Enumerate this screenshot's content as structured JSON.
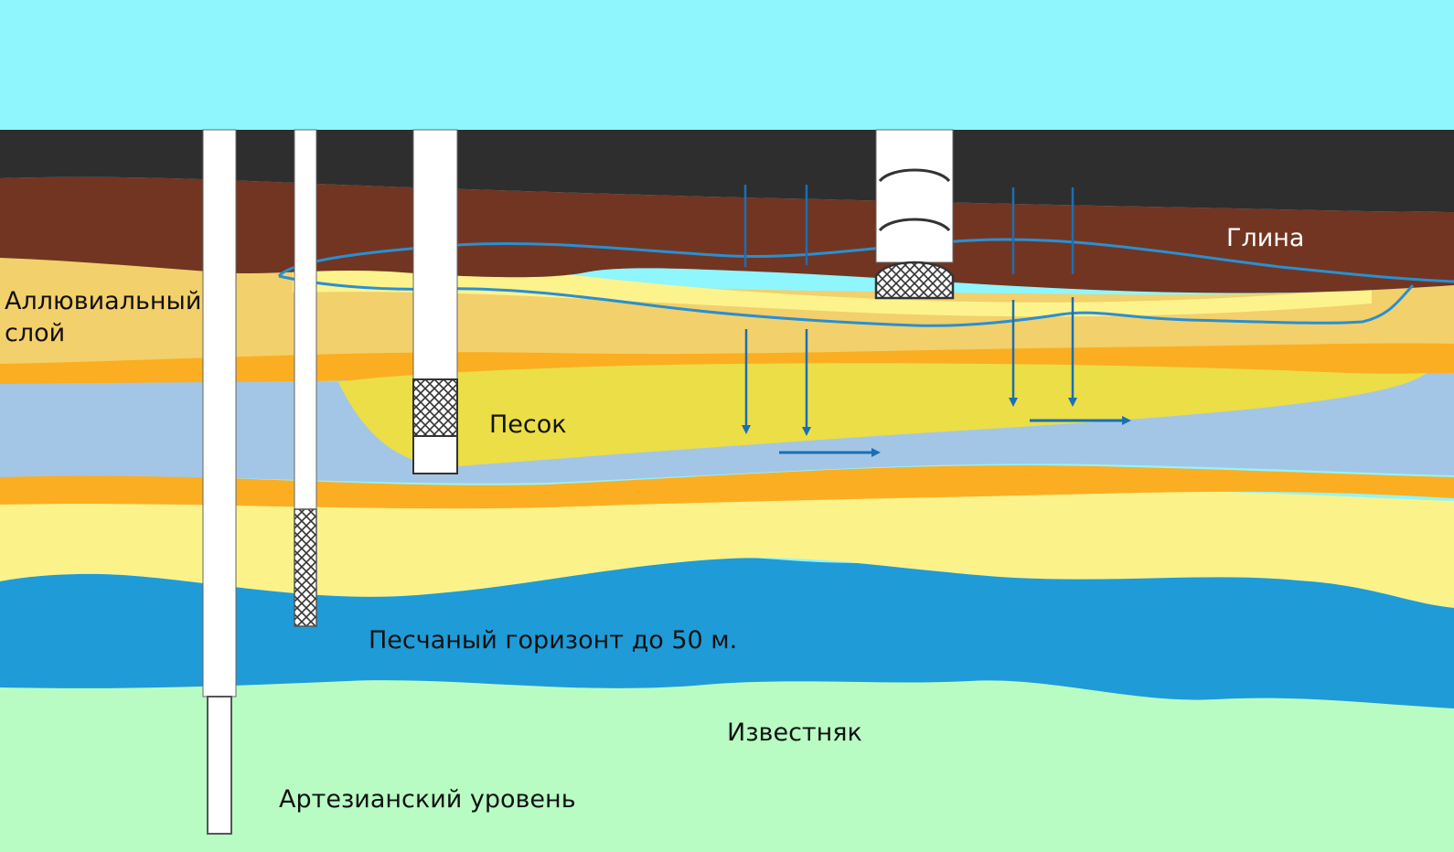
{
  "labels": {
    "clay": "Глина",
    "alluvial_line1": "Аллювиальный",
    "alluvial_line2": "слой",
    "sand": "Песок",
    "sandy_horizon": "Песчаный горизонт до 50 м.",
    "limestone": "Известняк",
    "artesian": "Артезианский уровень"
  },
  "colors": {
    "sky": "#8ff6fd",
    "topsoil": "#2e2e2e",
    "clay": "#723522",
    "alluvial": "#f2d06b",
    "alluvial_light": "#fdf38c",
    "orange_band": "#fbae21",
    "light_blue_layer": "#a3c6e6",
    "sand_lens": "#ebde47",
    "pale_yellow": "#fcf28a",
    "aquifer": "#1f9bd8",
    "limestone": "#b8fcc4",
    "flow_arrows": "#1a6fb5",
    "water_line": "#2a8fd1",
    "well_pipe": "#ffffff",
    "filter": "#333333"
  },
  "icons": {
    "filter_mesh": "crosshatch-pattern",
    "flow": "arrow"
  }
}
